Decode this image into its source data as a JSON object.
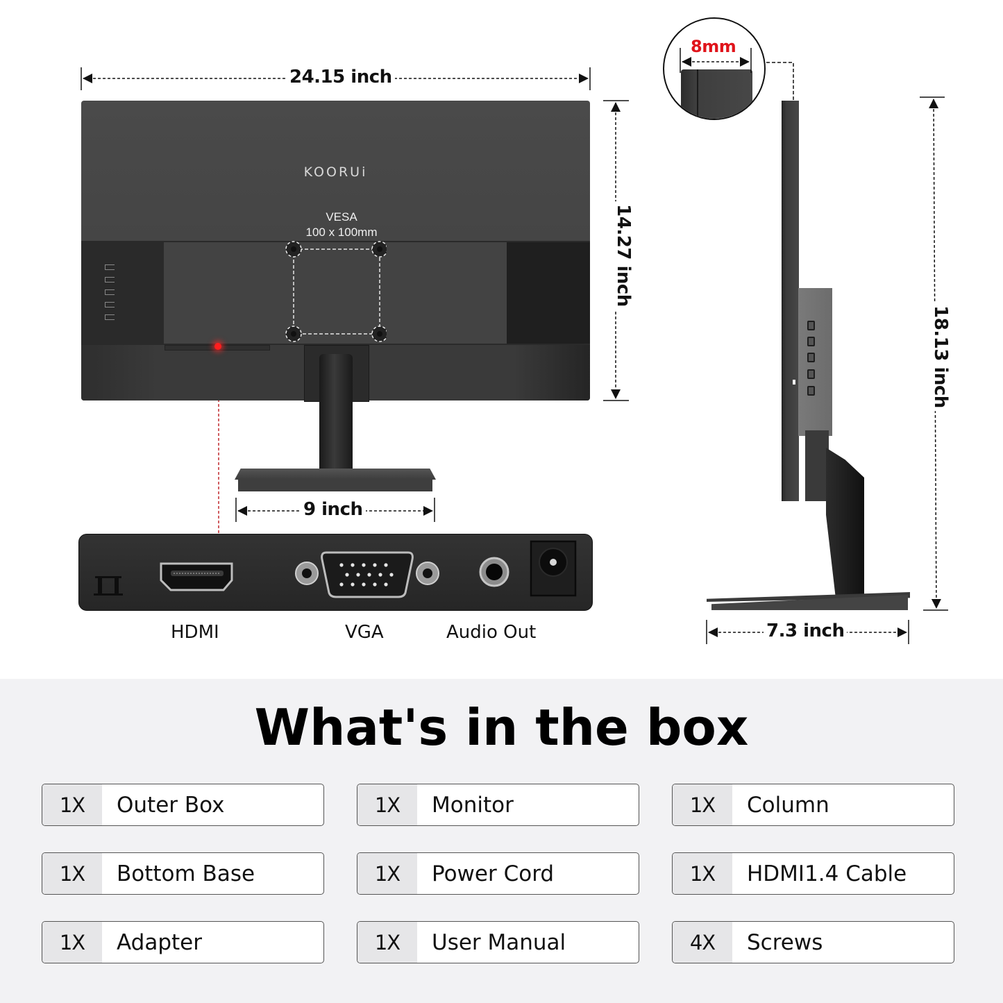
{
  "dimensions": {
    "monitor_width": "24.15 inch",
    "monitor_height": "14.27 inch",
    "base_width": "9 inch",
    "bezel_thickness": "8mm",
    "total_height": "18.13 inch",
    "base_depth": "7.3 inch"
  },
  "monitor_back": {
    "brand": "KOORUi",
    "vesa_line1": "VESA",
    "vesa_line2": "100 x 100mm"
  },
  "ports": [
    {
      "label": "HDMI",
      "icon": "hdmi-port-icon"
    },
    {
      "label": "VGA",
      "icon": "vga-port-icon"
    },
    {
      "label": "Audio Out",
      "icon": "audio-jack-icon"
    }
  ],
  "colors": {
    "accent_red": "#e0141b",
    "bottom_background": "#f2f2f4",
    "qty_background": "#e6e6e8"
  },
  "box_section": {
    "title": "What's in the box",
    "items": [
      {
        "qty": "1X",
        "name": "Outer Box"
      },
      {
        "qty": "1X",
        "name": "Monitor"
      },
      {
        "qty": "1X",
        "name": "Column"
      },
      {
        "qty": "1X",
        "name": "Bottom Base"
      },
      {
        "qty": "1X",
        "name": "Power Cord"
      },
      {
        "qty": "1X",
        "name": "HDMI1.4 Cable"
      },
      {
        "qty": "1X",
        "name": "Adapter"
      },
      {
        "qty": "1X",
        "name": "User Manual"
      },
      {
        "qty": "4X",
        "name": "Screws"
      }
    ]
  }
}
